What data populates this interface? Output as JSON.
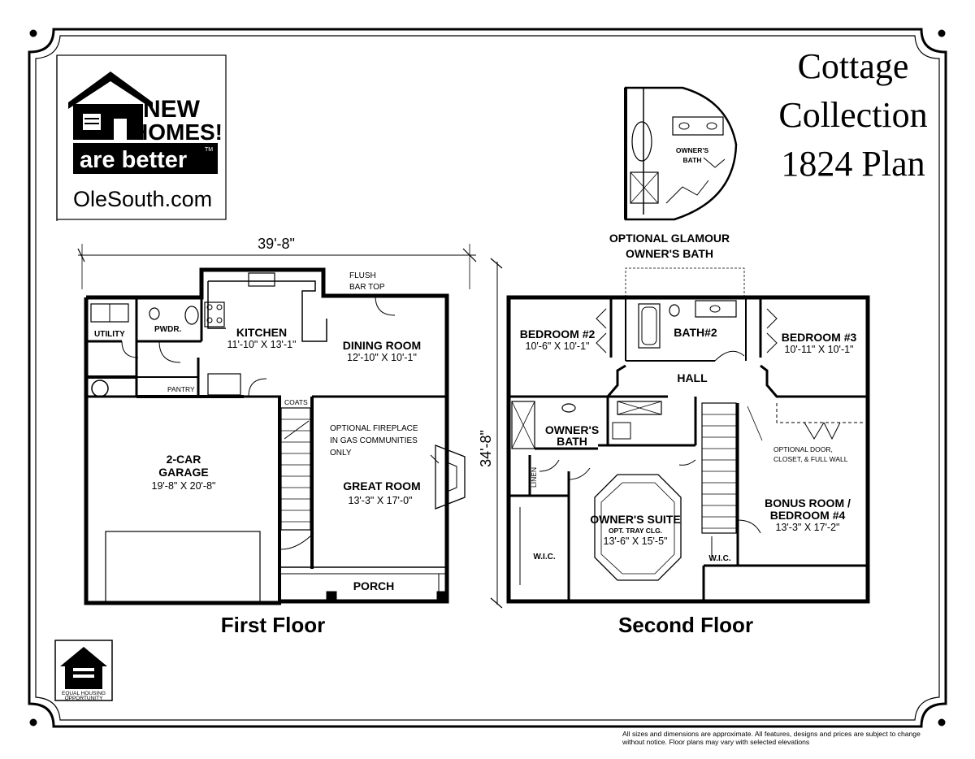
{
  "plan_title": [
    "Cottage",
    "Collection",
    "1824 Plan"
  ],
  "logo": {
    "line1": "NEW",
    "line2": "HOMES!",
    "tagline": "are better",
    "tm": "TM",
    "site": "OleSouth.com"
  },
  "equal_housing": [
    "EQUAL HOUSING",
    "OPPORTUNITY"
  ],
  "disclaimer": "All sizes and dimensions are approximate. All features, designs and prices are subject to change without notice.  Floor plans may vary with selected elevations",
  "first_floor": {
    "label": "First Floor",
    "overall_width": "39'-8\"",
    "overall_depth": "34'-8\"",
    "rooms": {
      "utility": "UTILITY",
      "powder": "PWDR.",
      "pantry": "PANTRY",
      "coats": "COATS",
      "flush_bar": [
        "FLUSH",
        "BAR TOP"
      ],
      "kitchen": {
        "name": "KITCHEN",
        "size": "11'-10\" X 13'-1\""
      },
      "dining": {
        "name": "DINING ROOM",
        "size": "12'-10\" X 10'-1\""
      },
      "garage": {
        "name": [
          "2-CAR",
          "GARAGE"
        ],
        "size": "19'-8\" X 20'-8\""
      },
      "great": {
        "name": "GREAT ROOM",
        "size": "13'-3\" X 17'-0\""
      },
      "fireplace_note": [
        "OPTIONAL FIREPLACE",
        "IN GAS COMMUNITIES",
        "ONLY"
      ],
      "porch": "PORCH"
    }
  },
  "second_floor": {
    "label": "Second Floor",
    "rooms": {
      "bed2": {
        "name": "BEDROOM #2",
        "size": "10'-6\" X 10'-1\""
      },
      "bath2": "BATH#2",
      "bed3": {
        "name": "BEDROOM #3",
        "size": "10'-11\" X 10'-1\""
      },
      "hall": "HALL",
      "owners_bath": [
        "OWNER'S",
        "BATH"
      ],
      "linen": "LINEN",
      "owners_suite": {
        "name": "OWNER'S SUITE",
        "note": "OPT. TRAY CLG.",
        "size": "13'-6\" X 15'-5\""
      },
      "wic_left": "W.I.C.",
      "wic_right": "W.I.C.",
      "optional_door": [
        "OPTIONAL DOOR,",
        "CLOSET, & FULL WALL"
      ],
      "bonus": {
        "name": [
          "BONUS ROOM /",
          "BEDROOM #4"
        ],
        "size": "13'-3\" X 17'-2\""
      }
    }
  },
  "glamour": {
    "inset_label": [
      "OWNER'S",
      "BATH"
    ],
    "caption": [
      "OPTIONAL GLAMOUR",
      "OWNER'S BATH"
    ]
  }
}
